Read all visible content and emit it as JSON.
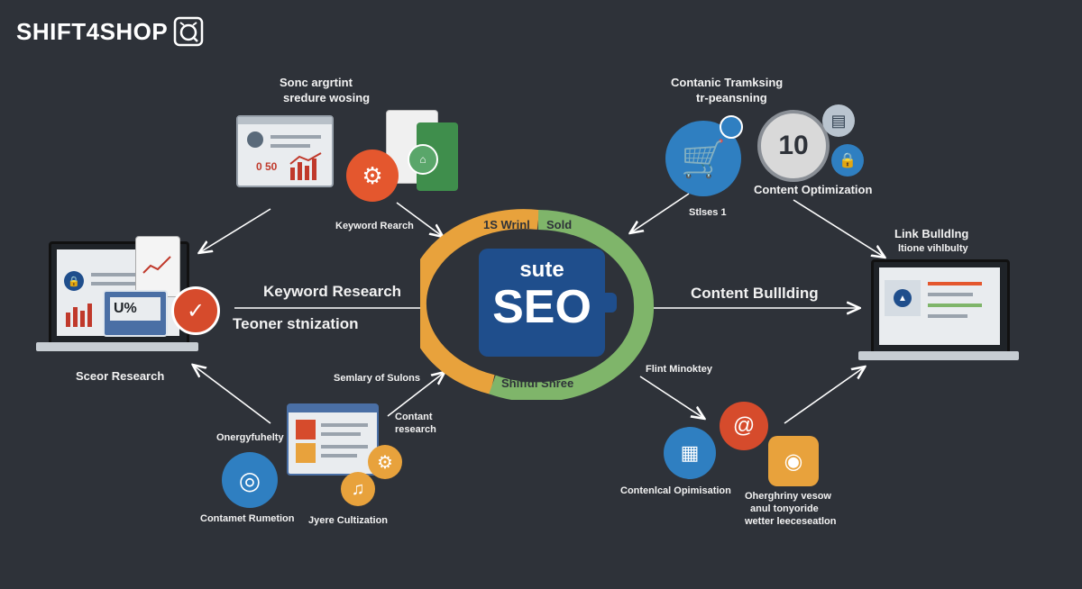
{
  "brand": {
    "name": "SHIFT4SHOP",
    "icon": "alarm-clock-icon"
  },
  "center": {
    "box_small": "sute",
    "box_big": "SEO",
    "arc_top_left": "1S Wrinl",
    "arc_top_right": "Sold",
    "arc_bottom": "Shiffdl Shree"
  },
  "labels": {
    "top_left_heading_1": "Sonc argrtint",
    "top_left_heading_2": "sredure wosing",
    "keyword_research_small": "Keyword Rearch",
    "top_right_heading_1": "Contanic Tramksing",
    "top_right_heading_2": "tr-peansning",
    "number_badge": "10",
    "content_optimization": "Content Optimization",
    "stlses": "Stlses 1",
    "link_building": "Link Bulldlng",
    "link_visibility": "ltione vihlbulty",
    "keyword_research": "Keyword Research",
    "teoner": "Teoner stnization",
    "content_building": "Content Bulllding",
    "scor_research": "Sceor Research",
    "sembly": "Semlary of Sulons",
    "content_research_1": "Contant",
    "content_research_2": "research",
    "flint_minokey": "Flint Minoktey",
    "energy": "Onergyfuhelty",
    "contamet": "Contamet Rumetion",
    "jyere": "Jyere Cultization",
    "contenical": "Contenlcal Opimisation",
    "ohergriny_1": "Oherghriny vesow",
    "ohergriny_2": "anul tonyoride",
    "ohergriny_3": "wetter leeceseatlon",
    "u_percent": "U%",
    "chart_numbers": "0 50"
  },
  "colors": {
    "background": "#2e3239",
    "ring_orange": "#e8a23c",
    "ring_green": "#7fb56a",
    "seo_box": "#1f4e8c",
    "blue_circle": "#2f7fc1",
    "red_circle": "#d64b2c",
    "orange_gear": "#e4572e",
    "gray_circle": "#d9d9d9"
  }
}
